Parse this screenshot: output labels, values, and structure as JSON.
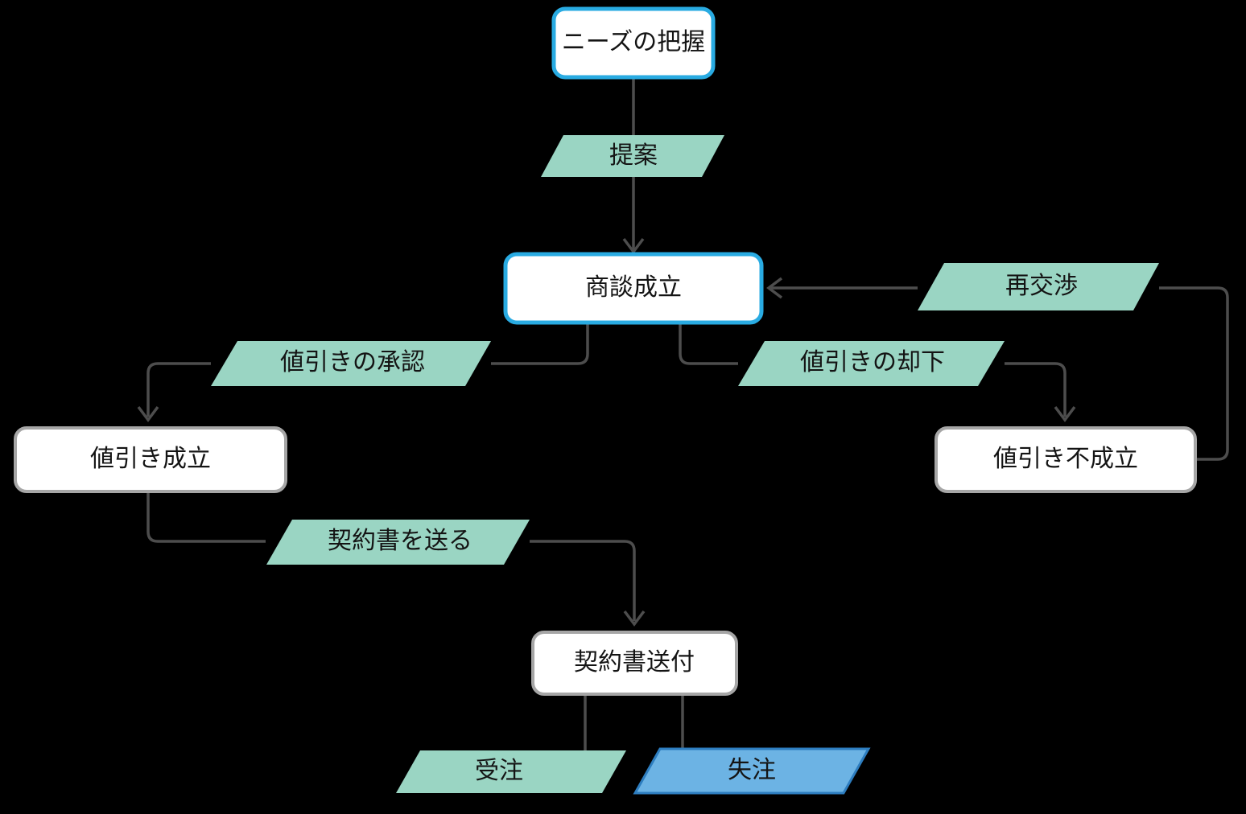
{
  "diagram": {
    "type": "flowchart",
    "background_color": "#000000",
    "palette": {
      "process_fill": "#ffffff",
      "process_border_default": "#a6a6a6",
      "process_border_highlight": "#29abe2",
      "action_fill_green": "#9ad5c3",
      "action_fill_blue": "#6cb3e4",
      "action_border_blue": "#2d7dbf",
      "edge_color": "#4d4d4d",
      "text_color": "#141414"
    },
    "nodes": [
      {
        "id": "n1",
        "label": "ニーズの把握",
        "shape": "rounded-rect",
        "style": "highlight"
      },
      {
        "id": "n2",
        "label": "提案",
        "shape": "parallelogram",
        "style": "green"
      },
      {
        "id": "n3",
        "label": "商談成立",
        "shape": "rounded-rect",
        "style": "highlight"
      },
      {
        "id": "n4",
        "label": "値引きの承認",
        "shape": "parallelogram",
        "style": "green"
      },
      {
        "id": "n5",
        "label": "値引きの却下",
        "shape": "parallelogram",
        "style": "green"
      },
      {
        "id": "n6",
        "label": "再交渉",
        "shape": "parallelogram",
        "style": "green"
      },
      {
        "id": "n7",
        "label": "値引き成立",
        "shape": "rounded-rect",
        "style": "default"
      },
      {
        "id": "n8",
        "label": "値引き不成立",
        "shape": "rounded-rect",
        "style": "default"
      },
      {
        "id": "n9",
        "label": "契約書を送る",
        "shape": "parallelogram",
        "style": "green"
      },
      {
        "id": "n10",
        "label": "契約書送付",
        "shape": "rounded-rect",
        "style": "default"
      },
      {
        "id": "n11",
        "label": "受注",
        "shape": "parallelogram",
        "style": "green"
      },
      {
        "id": "n12",
        "label": "失注",
        "shape": "parallelogram",
        "style": "blue"
      }
    ],
    "edges": [
      {
        "from": "n1",
        "to": "n2",
        "arrow": false
      },
      {
        "from": "n2",
        "to": "n3",
        "arrow": true
      },
      {
        "from": "n3",
        "to": "n4",
        "arrow": false
      },
      {
        "from": "n4",
        "to": "n7",
        "arrow": true
      },
      {
        "from": "n3",
        "to": "n5",
        "arrow": false
      },
      {
        "from": "n5",
        "to": "n8",
        "arrow": true
      },
      {
        "from": "n8",
        "to": "n6",
        "arrow": false
      },
      {
        "from": "n6",
        "to": "n3",
        "arrow": true
      },
      {
        "from": "n7",
        "to": "n9",
        "arrow": false
      },
      {
        "from": "n9",
        "to": "n10",
        "arrow": true
      },
      {
        "from": "n10",
        "to": "n11",
        "arrow": false
      },
      {
        "from": "n10",
        "to": "n12",
        "arrow": false
      }
    ]
  }
}
